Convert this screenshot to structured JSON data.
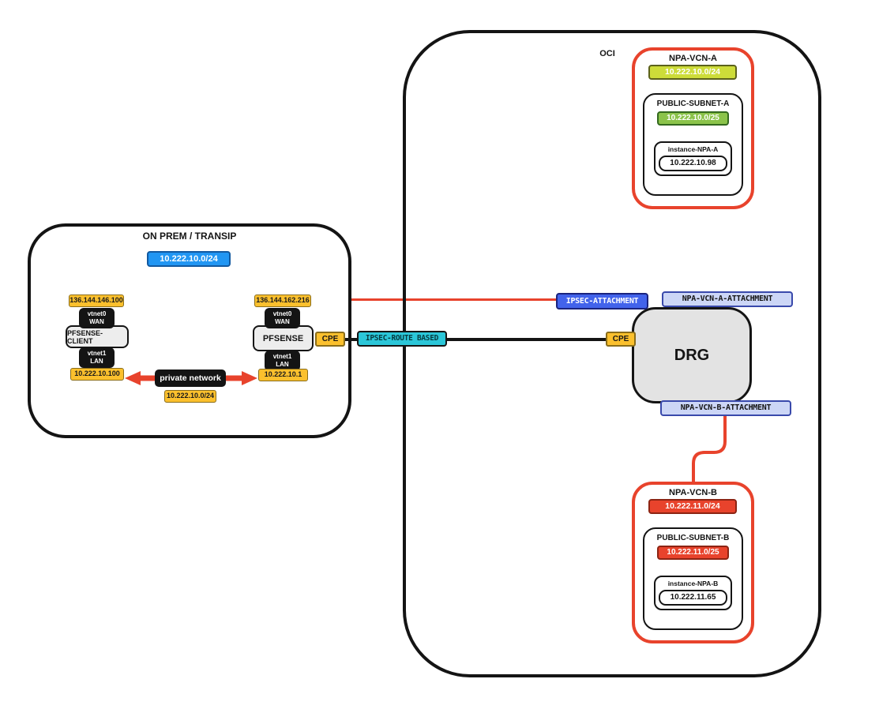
{
  "onprem": {
    "title": "ON PREM / TRANSIP",
    "cidr": "10.222.10.0/24",
    "pfsense_client": {
      "wan_ip": "136.144.146.100",
      "wan_if": "vtnet0",
      "wan_role": "WAN",
      "name": "PFSENSE-CLIENT",
      "lan_if": "vtnet1",
      "lan_role": "LAN",
      "lan_ip": "10.222.10.100"
    },
    "pfsense": {
      "wan_ip": "136.144.162.216",
      "wan_if": "vtnet0",
      "wan_role": "WAN",
      "name": "PFSENSE",
      "lan_if": "vtnet1",
      "lan_role": "LAN",
      "lan_ip": "10.222.10.1",
      "cpe_label": "CPE"
    },
    "private_network": {
      "label": "private network",
      "cidr": "10.222.10.0/24"
    }
  },
  "tunnel": {
    "label": "IPSEC-ROUTE BASED"
  },
  "oci": {
    "title": "OCI",
    "drg": {
      "label": "DRG",
      "cpe_label": "CPE"
    },
    "attachments": {
      "ipsec": "IPSEC-ATTACHMENT",
      "vcn_a": "NPA-VCN-A-ATTACHMENT",
      "vcn_b": "NPA-VCN-B-ATTACHMENT"
    },
    "vcn_a": {
      "title": "NPA-VCN-A",
      "cidr": "10.222.10.0/24",
      "subnet": {
        "title": "PUBLIC-SUBNET-A",
        "cidr": "10.222.10.0/25",
        "instance_name": "instance-NPA-A",
        "instance_ip": "10.222.10.98"
      }
    },
    "vcn_b": {
      "title": "NPA-VCN-B",
      "cidr": "10.222.11.0/24",
      "subnet": {
        "title": "PUBLIC-SUBNET-B",
        "cidr": "10.222.11.0/25",
        "instance_name": "instance-NPA-B",
        "instance_ip": "10.222.11.65"
      }
    }
  },
  "colors": {
    "accent_red": "#e8432c",
    "onprem_cidr_blue": "#2196f3",
    "yellow_badge": "#fbc02d",
    "black_badge": "#141414",
    "vcn_a_cidr_green": "#cddc39",
    "subnet_a_cidr_green": "#8bc34a",
    "vcn_b_cidr_red": "#e8432c",
    "tunnel_teal": "#2bc6d8",
    "ipsec_attachment_blue": "#4263eb",
    "vcn_attachment_fill": "#ccd6f6",
    "vcn_attachment_border": "#3949ab"
  }
}
